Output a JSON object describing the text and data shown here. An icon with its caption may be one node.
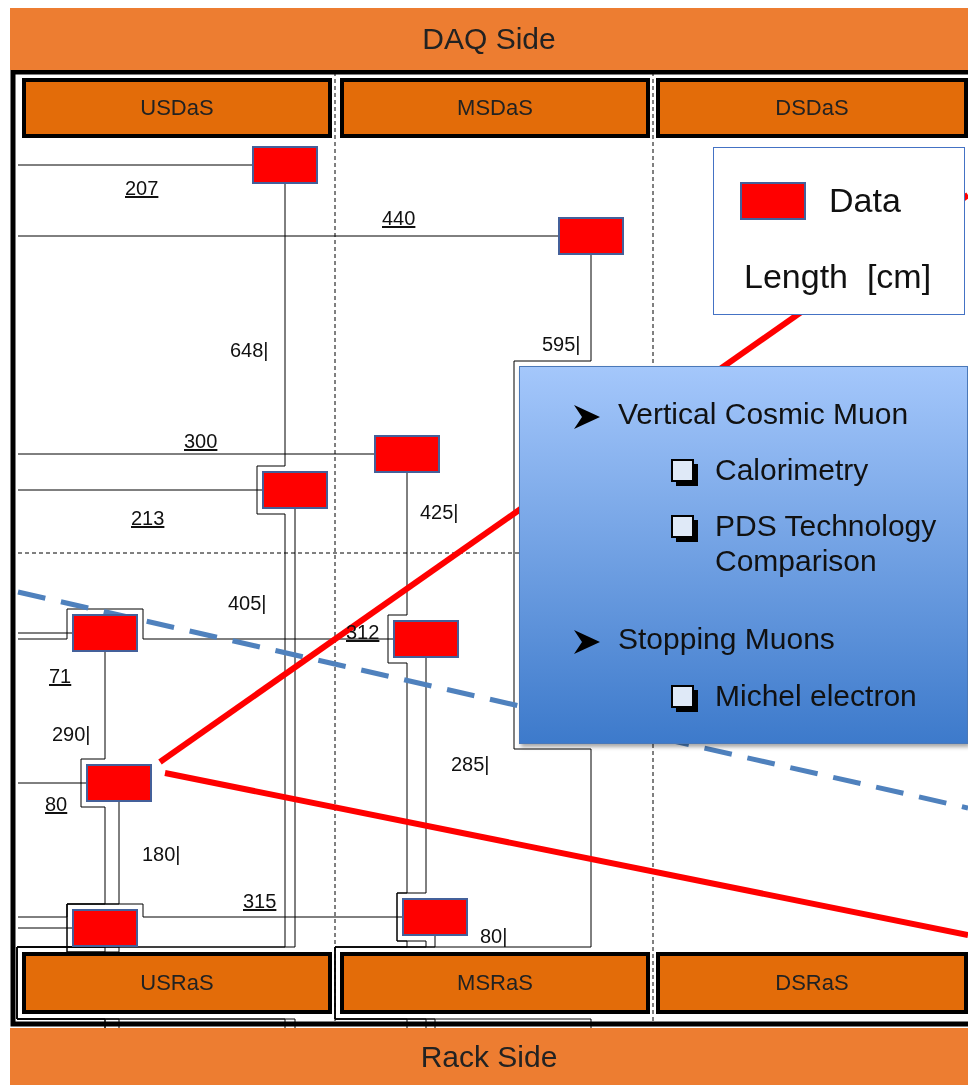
{
  "diagram": {
    "nodes": [
      {
        "text": [
          "DAQ Side"
        ]
      },
      {
        "text": [
          "USDaS"
        ]
      },
      {
        "text": [
          "MSDaS"
        ]
      },
      {
        "text": [
          "DSDaS"
        ]
      },
      {
        "text": [],
        "shape": "box"
      },
      {
        "text": [],
        "shape": "box"
      },
      {
        "text": [],
        "shape": "box"
      },
      {
        "text": [],
        "shape": "box"
      },
      {
        "text": [],
        "shape": "box"
      },
      {
        "text": [],
        "shape": "box"
      },
      {
        "text": [],
        "shape": "box"
      },
      {
        "text": [],
        "shape": "box"
      },
      {
        "text": [],
        "shape": "box"
      },
      {
        "text": [
          "Vertical Cosmic Muon",
          "Calorimetry",
          "PDS Technology Comparison",
          "Stopping Muons",
          "Michel electron"
        ]
      },
      {
        "text": [
          "USRaS"
        ]
      },
      {
        "text": [
          "MSRaS"
        ]
      },
      {
        "text": [
          "DSRaS"
        ]
      },
      {
        "text": [
          "Rack Side"
        ]
      }
    ],
    "edges": [
      {
        "from": 4,
        "to": null,
        "arrow": "none"
      },
      {
        "from": 4,
        "to": 17,
        "arrow": "none"
      },
      {
        "from": 5,
        "to": null,
        "arrow": "none"
      },
      {
        "from": 5,
        "to": 17,
        "arrow": "none"
      },
      {
        "from": 6,
        "to": null,
        "arrow": "none"
      },
      {
        "from": 6,
        "to": 17,
        "arrow": "none"
      },
      {
        "from": 7,
        "to": null,
        "arrow": "none"
      },
      {
        "from": 7,
        "to": 17,
        "arrow": "none"
      },
      {
        "from": 8,
        "to": null,
        "arrow": "none"
      },
      {
        "from": 8,
        "to": 17,
        "arrow": "none"
      },
      {
        "from": 9,
        "to": null,
        "arrow": "none"
      },
      {
        "from": 9,
        "to": 17,
        "arrow": "none"
      },
      {
        "from": 10,
        "to": null,
        "arrow": "none"
      },
      {
        "from": 10,
        "to": 17,
        "arrow": "none"
      },
      {
        "from": 11,
        "to": null,
        "arrow": "none"
      },
      {
        "from": 11,
        "to": 17,
        "arrow": "none"
      },
      {
        "from": 12,
        "to": null,
        "arrow": "none"
      },
      {
        "from": 12,
        "to": 17,
        "arrow": "none"
      }
    ],
    "labels": [
      "207",
      "440",
      "648|",
      "595|",
      "300",
      "425|",
      "213",
      "405|",
      "71",
      "312",
      "290|",
      "285|",
      "80",
      "180|",
      "315",
      "80|"
    ],
    "legend": [
      {
        "text": "Data",
        "color": "#ff0000"
      },
      {
        "text": "Length  [cm]"
      }
    ]
  }
}
